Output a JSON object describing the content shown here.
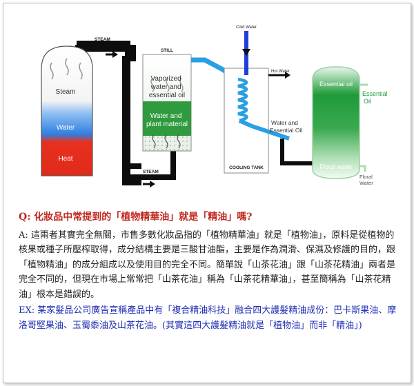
{
  "colors": {
    "pipe_black": "#0d0d0d",
    "pipe_blue": "#2b9fe3",
    "plant_green": "#2f9a3e",
    "oil_green": "#1f9b3a",
    "heat_red": "#e8301f",
    "water_blue": "#2f7fe0",
    "question_red": "#c0271d",
    "example_blue": "#1e2db5"
  },
  "diagram": {
    "steam_top": "STEAM",
    "still": "STILL",
    "cold_water": "Cold Water",
    "hot_water": "Hot Water",
    "boiler_steam": "Steam",
    "boiler_water": "Water",
    "boiler_heat": "Heat",
    "vaporized": [
      "Vaporized",
      "water and",
      "essential oil"
    ],
    "water_plant": [
      "Water and",
      "plant material"
    ],
    "steam_bottom": "STEAM",
    "cooling_tank": "COOLING TANK",
    "water_essential": [
      "Water and",
      "Essential Oil"
    ],
    "essential_oil_inner": "Essential oil",
    "essential_oil_outer": [
      "Essential",
      "Oil"
    ],
    "floral_water_inner": "Floral water",
    "floral_water_outer": [
      "Floral",
      "Water"
    ]
  },
  "text": {
    "question": "Q: 化妝品中常提到的「植物精華油」就是「精油」嗎?",
    "answer": "A: 這兩者其實完全無關，市售多數化妝品指的「植物精華油」就是「植物油」，原料是從植物的核果或種子所壓榨取得，成分結構主要是三酸甘油酯，主要是作為潤滑、保濕及修護的目的，跟「植物精油」的成分組成以及使用目的完全不同。簡單說「山茶花油」跟「山茶花精油」兩者是完全不同的，但現在市場上常常把「山茶花油」稱為「山茶花精華油」，甚至簡稱為「山茶花精油」根本是錯誤的。",
    "example": "EX: 某家髮品公司廣告宣稱產品中有「複合精油科技」融合四大護髮精油成份：巴卡斯果油、摩洛哥堅果油、玉蜀黍油及山茶花油。(其實這四大護髮精油就是「植物油」而非「精油」)"
  }
}
